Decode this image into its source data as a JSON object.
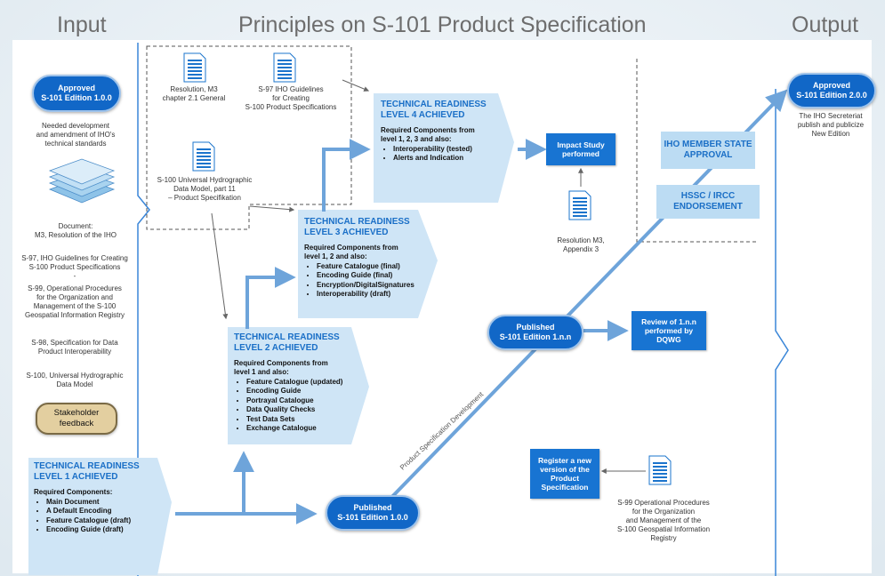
{
  "headers": {
    "input": "Input",
    "principles": "Principles on S-101 Product Specification",
    "output": "Output"
  },
  "input_column": {
    "approved_pill": {
      "line1": "Approved",
      "line2": "S-101 Edition 1.0.0"
    },
    "needed_text": [
      "Needed development",
      "and amendment of IHO's",
      "technical standards"
    ],
    "documents": [
      [
        "Document:",
        "M3, Resolution of the IHO"
      ],
      [
        "S-97, IHO Guidelines for Creating",
        "S-100 Product Specifications"
      ],
      [
        "-"
      ],
      [
        "S-99, Operational Procedures",
        "for the Organization and",
        "Management of the S-100",
        "Geospatial Information Registry"
      ],
      [
        "S-98, Specification for Data",
        "Product Interoperability"
      ],
      [
        "S-100, Universal Hydrographic",
        "Data Model"
      ]
    ],
    "stakeholder": [
      "Stakeholder",
      "feedback"
    ]
  },
  "reference_docs": {
    "res_m3": [
      "Resolution, M3",
      "chapter 2.1 General"
    ],
    "s97": [
      "S-97 IHO Guidelines",
      "for Creating",
      "S-100 Product Specifications"
    ],
    "s100": [
      "S-100 Universal Hydrographic",
      "Data Model, part 11",
      "– Product Specifikation"
    ]
  },
  "readiness": {
    "level1": {
      "title": [
        "TECHNICAL READINESS",
        "LEVEL 1 ACHIEVED"
      ],
      "req": [
        "Required Components:"
      ],
      "items": [
        "Main Document",
        "A Default Encoding",
        "Feature Catalogue (draft)",
        "Encoding Guide (draft)"
      ]
    },
    "level2": {
      "title": [
        "TECHNICAL READINESS",
        "LEVEL 2 ACHIEVED"
      ],
      "req": [
        "Required Components from",
        "level 1 and also:"
      ],
      "items": [
        "Feature Catalogue (updated)",
        "Encoding Guide",
        "Portrayal  Catalogue",
        "Data Quality Checks",
        "Test Data Sets",
        "Exchange Catalogue"
      ]
    },
    "level3": {
      "title": [
        "TECHNICAL READINESS",
        "LEVEL 3 ACHIEVED"
      ],
      "req": [
        "Required Components from",
        "level 1, 2 and also:"
      ],
      "items": [
        "Feature Catalogue (final)",
        "Encoding Guide (final)",
        "Encryption/DigitalSignatures",
        "Interoperability (draft)"
      ]
    },
    "level4": {
      "title": [
        "TECHNICAL READINESS",
        "LEVEL 4 ACHIEVED"
      ],
      "req": [
        "Required Components from",
        "level 1, 2, 3 and also:"
      ],
      "items": [
        "Interoperability (tested)",
        "Alerts and Indication"
      ]
    }
  },
  "process": {
    "impact_study": [
      "Impact Study",
      "performed"
    ],
    "resolution_appendix": [
      "Resolution M3,",
      "Appendix 3"
    ],
    "published_1nn": [
      "Published",
      "S-101 Edition 1.n.n"
    ],
    "review": [
      "Review of 1.n.n",
      "performed by",
      "DQWG"
    ],
    "published_100": [
      "Published",
      "S-101 Edition 1.0.0"
    ],
    "register": [
      "Register a new",
      "version of the",
      "Product",
      "Specification"
    ],
    "s99_doc": [
      "S-99 Operational Procedures",
      "for the Organization",
      "and Management of the",
      "S-100 Geospatial Information",
      "Registry"
    ],
    "psd_label": "Product Specification Development",
    "hssc": [
      "HSSC / IRCC",
      "ENDORSEMENT"
    ],
    "iho_member": [
      "IHO MEMBER STATE",
      "APPROVAL"
    ]
  },
  "output_column": {
    "approved_pill": [
      "Approved",
      "S-101 Edition 2.0.0"
    ],
    "text": [
      "The IHO Secreteriat",
      "publish and publicize",
      "New Edition"
    ]
  },
  "colors": {
    "pill": "#1167c7",
    "box": "#1874d2",
    "light_panel": "#cfe5f6",
    "arrow": "#6ea4da",
    "separator": "#3a86d8",
    "stakeholder": "#e3cfa0"
  }
}
